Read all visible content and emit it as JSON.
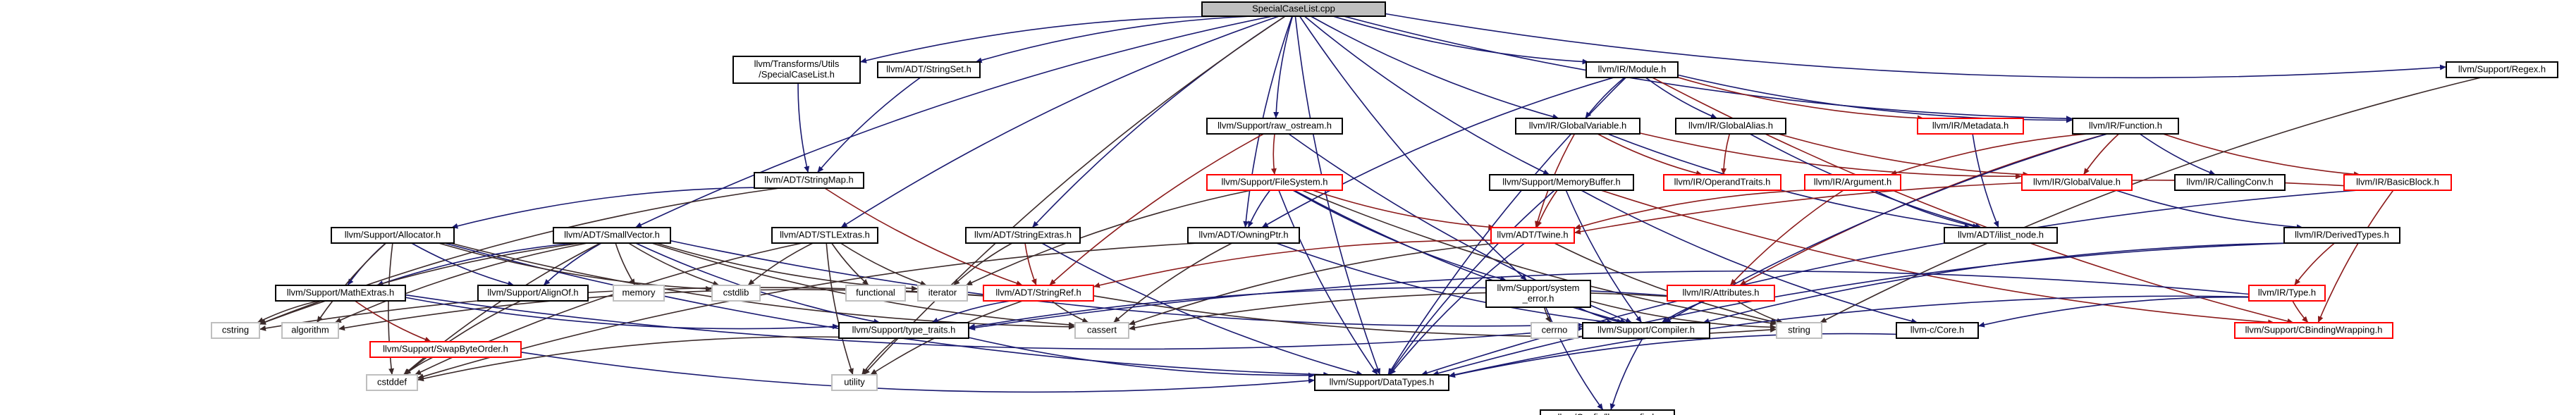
{
  "colors": {
    "root_fill": "#bfbfbf",
    "normal_border": "#000000",
    "red_border": "#ff0000",
    "gray_border": "#bfbfbf",
    "blue_edge": "#191970",
    "red_edge": "#8b1a1a",
    "dark_edge": "#3b2a2a"
  },
  "nodes": [
    {
      "id": "root",
      "lines": [
        "SpecialCaseList.cpp"
      ],
      "style": "root"
    },
    {
      "id": "transforms",
      "lines": [
        "llvm/Transforms/Utils",
        "/SpecialCaseList.h"
      ],
      "style": "normal"
    },
    {
      "id": "stringset",
      "lines": [
        "llvm/ADT/StringSet.h"
      ],
      "style": "normal"
    },
    {
      "id": "stringmap",
      "lines": [
        "llvm/ADT/StringMap.h"
      ],
      "style": "normal"
    },
    {
      "id": "module",
      "lines": [
        "llvm/IR/Module.h"
      ],
      "style": "normal"
    },
    {
      "id": "raw_ostream",
      "lines": [
        "llvm/Support/raw_ostream.h"
      ],
      "style": "normal"
    },
    {
      "id": "globalvariable",
      "lines": [
        "llvm/IR/GlobalVariable.h"
      ],
      "style": "normal"
    },
    {
      "id": "globalalias",
      "lines": [
        "llvm/IR/GlobalAlias.h"
      ],
      "style": "normal"
    },
    {
      "id": "metadata",
      "lines": [
        "llvm/IR/Metadata.h"
      ],
      "style": "red"
    },
    {
      "id": "function",
      "lines": [
        "llvm/IR/Function.h"
      ],
      "style": "normal"
    },
    {
      "id": "regex",
      "lines": [
        "llvm/Support/Regex.h"
      ],
      "style": "normal"
    },
    {
      "id": "filesystem",
      "lines": [
        "llvm/Support/FileSystem.h"
      ],
      "style": "red"
    },
    {
      "id": "operandtraits",
      "lines": [
        "llvm/IR/OperandTraits.h"
      ],
      "style": "red"
    },
    {
      "id": "globalvalue",
      "lines": [
        "llvm/IR/GlobalValue.h"
      ],
      "style": "red"
    },
    {
      "id": "callingconv",
      "lines": [
        "llvm/IR/CallingConv.h"
      ],
      "style": "normal"
    },
    {
      "id": "basicblock",
      "lines": [
        "llvm/IR/BasicBlock.h"
      ],
      "style": "red"
    },
    {
      "id": "memorybuffer",
      "lines": [
        "llvm/Support/MemoryBuffer.h"
      ],
      "style": "normal"
    },
    {
      "id": "argument",
      "lines": [
        "llvm/IR/Argument.h"
      ],
      "style": "red"
    },
    {
      "id": "allocator",
      "lines": [
        "llvm/Support/Allocator.h"
      ],
      "style": "normal"
    },
    {
      "id": "smallvector",
      "lines": [
        "llvm/ADT/SmallVector.h"
      ],
      "style": "normal"
    },
    {
      "id": "stlextras",
      "lines": [
        "llvm/ADT/STLExtras.h"
      ],
      "style": "normal"
    },
    {
      "id": "stringextras",
      "lines": [
        "llvm/ADT/StringExtras.h"
      ],
      "style": "normal"
    },
    {
      "id": "owningptr",
      "lines": [
        "llvm/ADT/OwningPtr.h"
      ],
      "style": "normal"
    },
    {
      "id": "twine",
      "lines": [
        "llvm/ADT/Twine.h"
      ],
      "style": "red"
    },
    {
      "id": "ilist_node",
      "lines": [
        "llvm/ADT/ilist_node.h"
      ],
      "style": "normal"
    },
    {
      "id": "derivedtypes",
      "lines": [
        "llvm/IR/DerivedTypes.h"
      ],
      "style": "normal"
    },
    {
      "id": "cstdlib",
      "lines": [
        "cstdlib"
      ],
      "style": "gray"
    },
    {
      "id": "functional",
      "lines": [
        "functional"
      ],
      "style": "gray"
    },
    {
      "id": "iterator",
      "lines": [
        "iterator"
      ],
      "style": "gray"
    },
    {
      "id": "stringref",
      "lines": [
        "llvm/ADT/StringRef.h"
      ],
      "style": "red"
    },
    {
      "id": "system_error",
      "lines": [
        "llvm/Support/system",
        "_error.h"
      ],
      "style": "normal"
    },
    {
      "id": "attributes",
      "lines": [
        "llvm/IR/Attributes.h"
      ],
      "style": "red"
    },
    {
      "id": "type",
      "lines": [
        "llvm/IR/Type.h"
      ],
      "style": "red"
    },
    {
      "id": "mathextras",
      "lines": [
        "llvm/Support/MathExtras.h"
      ],
      "style": "normal"
    },
    {
      "id": "alignof",
      "lines": [
        "llvm/Support/AlignOf.h"
      ],
      "style": "normal"
    },
    {
      "id": "memory",
      "lines": [
        "memory"
      ],
      "style": "gray"
    },
    {
      "id": "cstring",
      "lines": [
        "cstring"
      ],
      "style": "gray"
    },
    {
      "id": "algorithm",
      "lines": [
        "algorithm"
      ],
      "style": "gray"
    },
    {
      "id": "swapbyteorder",
      "lines": [
        "llvm/Support/SwapByteOrder.h"
      ],
      "style": "red"
    },
    {
      "id": "type_traits",
      "lines": [
        "llvm/Support/type_traits.h"
      ],
      "style": "normal"
    },
    {
      "id": "cassert",
      "lines": [
        "cassert"
      ],
      "style": "gray"
    },
    {
      "id": "cerrno",
      "lines": [
        "cerrno"
      ],
      "style": "gray"
    },
    {
      "id": "compiler",
      "lines": [
        "llvm/Support/Compiler.h"
      ],
      "style": "normal"
    },
    {
      "id": "string",
      "lines": [
        "string"
      ],
      "style": "gray"
    },
    {
      "id": "llvm_c_core",
      "lines": [
        "llvm-c/Core.h"
      ],
      "style": "normal"
    },
    {
      "id": "cbinding",
      "lines": [
        "llvm/Support/CBindingWrapping.h"
      ],
      "style": "red"
    },
    {
      "id": "cstddef",
      "lines": [
        "cstddef"
      ],
      "style": "gray"
    },
    {
      "id": "utility",
      "lines": [
        "utility"
      ],
      "style": "gray"
    },
    {
      "id": "datatypes",
      "lines": [
        "llvm/Support/DataTypes.h"
      ],
      "style": "normal"
    },
    {
      "id": "llvmconfig",
      "lines": [
        "llvm/Config/llvm-config.h"
      ],
      "style": "normal"
    }
  ],
  "edges": [
    [
      "root",
      "transforms"
    ],
    [
      "root",
      "stringset"
    ],
    [
      "root",
      "module"
    ],
    [
      "root",
      "raw_ostream"
    ],
    [
      "root",
      "regex"
    ],
    [
      "root",
      "smallvector"
    ],
    [
      "root",
      "stlextras"
    ],
    [
      "root",
      "stringextras"
    ],
    [
      "root",
      "owningptr"
    ],
    [
      "root",
      "memorybuffer"
    ],
    [
      "root",
      "system_error"
    ],
    [
      "root",
      "globalvariable"
    ],
    [
      "root",
      "function"
    ],
    [
      "root",
      "datatypes"
    ],
    [
      "root",
      "utility"
    ],
    [
      "transforms",
      "stringmap"
    ],
    [
      "stringset",
      "stringmap"
    ],
    [
      "stringmap",
      "allocator"
    ],
    [
      "stringmap",
      "stringref"
    ],
    [
      "stringmap",
      "cstring"
    ],
    [
      "module",
      "globalvariable"
    ],
    [
      "module",
      "globalalias"
    ],
    [
      "module",
      "metadata"
    ],
    [
      "module",
      "function"
    ],
    [
      "module",
      "owningptr"
    ],
    [
      "module",
      "datatypes"
    ],
    [
      "module",
      "cbinding"
    ],
    [
      "raw_ostream",
      "filesystem"
    ],
    [
      "raw_ostream",
      "stringref"
    ],
    [
      "raw_ostream",
      "compiler"
    ],
    [
      "globalvariable",
      "twine"
    ],
    [
      "globalvariable",
      "ilist_node"
    ],
    [
      "globalvariable",
      "operandtraits"
    ],
    [
      "globalvariable",
      "globalvalue"
    ],
    [
      "globalalias",
      "ilist_node"
    ],
    [
      "globalalias",
      "operandtraits"
    ],
    [
      "globalalias",
      "globalvalue"
    ],
    [
      "metadata",
      "ilist_node"
    ],
    [
      "function",
      "argument"
    ],
    [
      "function",
      "globalvalue"
    ],
    [
      "function",
      "callingconv"
    ],
    [
      "function",
      "basicblock"
    ],
    [
      "function",
      "attributes"
    ],
    [
      "function",
      "compiler"
    ],
    [
      "regex",
      "string"
    ],
    [
      "filesystem",
      "twine"
    ],
    [
      "filesystem",
      "owningptr"
    ],
    [
      "filesystem",
      "datatypes"
    ],
    [
      "filesystem",
      "system_error"
    ],
    [
      "filesystem",
      "iterator"
    ],
    [
      "filesystem",
      "compiler"
    ],
    [
      "filesystem",
      "string"
    ],
    [
      "globalvalue",
      "derivedtypes"
    ],
    [
      "basicblock",
      "twine"
    ],
    [
      "basicblock",
      "cbinding"
    ],
    [
      "basicblock",
      "datatypes"
    ],
    [
      "memorybuffer",
      "twine"
    ],
    [
      "memorybuffer",
      "compiler"
    ],
    [
      "memorybuffer",
      "datatypes"
    ],
    [
      "memorybuffer",
      "llvm_c_core"
    ],
    [
      "memorybuffer",
      "cbinding"
    ],
    [
      "argument",
      "twine"
    ],
    [
      "argument",
      "attributes"
    ],
    [
      "argument",
      "ilist_node"
    ],
    [
      "allocator",
      "mathextras"
    ],
    [
      "allocator",
      "alignof"
    ],
    [
      "allocator",
      "datatypes"
    ],
    [
      "allocator",
      "algorithm"
    ],
    [
      "allocator",
      "cassert"
    ],
    [
      "allocator",
      "cstddef"
    ],
    [
      "allocator",
      "cstdlib"
    ],
    [
      "smallvector",
      "alignof"
    ],
    [
      "smallvector",
      "compiler"
    ],
    [
      "smallvector",
      "mathextras"
    ],
    [
      "smallvector",
      "type_traits"
    ],
    [
      "smallvector",
      "algorithm"
    ],
    [
      "smallvector",
      "cassert"
    ],
    [
      "smallvector",
      "cstddef"
    ],
    [
      "smallvector",
      "cstdlib"
    ],
    [
      "smallvector",
      "cstring"
    ],
    [
      "smallvector",
      "iterator"
    ],
    [
      "smallvector",
      "memory"
    ],
    [
      "stlextras",
      "cstddef"
    ],
    [
      "stlextras",
      "cstdlib"
    ],
    [
      "stlextras",
      "functional"
    ],
    [
      "stlextras",
      "iterator"
    ],
    [
      "stlextras",
      "utility"
    ],
    [
      "stringextras",
      "stringref"
    ],
    [
      "stringextras",
      "datatypes"
    ],
    [
      "stringextras",
      "iterator"
    ],
    [
      "owningptr",
      "compiler"
    ],
    [
      "owningptr",
      "cassert"
    ],
    [
      "owningptr",
      "cstddef"
    ],
    [
      "twine",
      "stringref"
    ],
    [
      "twine",
      "datatypes"
    ],
    [
      "twine",
      "cassert"
    ],
    [
      "twine",
      "string"
    ],
    [
      "derivedtypes",
      "type"
    ],
    [
      "derivedtypes",
      "compiler"
    ],
    [
      "derivedtypes",
      "datatypes"
    ],
    [
      "stringref",
      "type_traits"
    ],
    [
      "stringref",
      "algorithm"
    ],
    [
      "stringref",
      "cassert"
    ],
    [
      "stringref",
      "cstring"
    ],
    [
      "stringref",
      "string"
    ],
    [
      "stringref",
      "utility"
    ],
    [
      "system_error",
      "compiler"
    ],
    [
      "system_error",
      "cerrno"
    ],
    [
      "system_error",
      "string"
    ],
    [
      "system_error",
      "llvmconfig"
    ],
    [
      "attributes",
      "compiler"
    ],
    [
      "attributes",
      "string"
    ],
    [
      "attributes",
      "type_traits"
    ],
    [
      "attributes",
      "cassert"
    ],
    [
      "type",
      "llvm_c_core"
    ],
    [
      "type",
      "cbinding"
    ],
    [
      "type",
      "datatypes"
    ],
    [
      "type",
      "type_traits"
    ],
    [
      "mathextras",
      "swapbyteorder"
    ],
    [
      "mathextras",
      "compiler"
    ],
    [
      "mathextras",
      "type_traits"
    ],
    [
      "mathextras",
      "cstring"
    ],
    [
      "alignof",
      "cstddef"
    ],
    [
      "swapbyteorder",
      "datatypes"
    ],
    [
      "swapbyteorder",
      "cstddef"
    ],
    [
      "type_traits",
      "datatypes"
    ],
    [
      "type_traits",
      "cstddef"
    ],
    [
      "type_traits",
      "utility"
    ],
    [
      "compiler",
      "llvmconfig"
    ],
    [
      "llvm_c_core",
      "datatypes"
    ]
  ]
}
